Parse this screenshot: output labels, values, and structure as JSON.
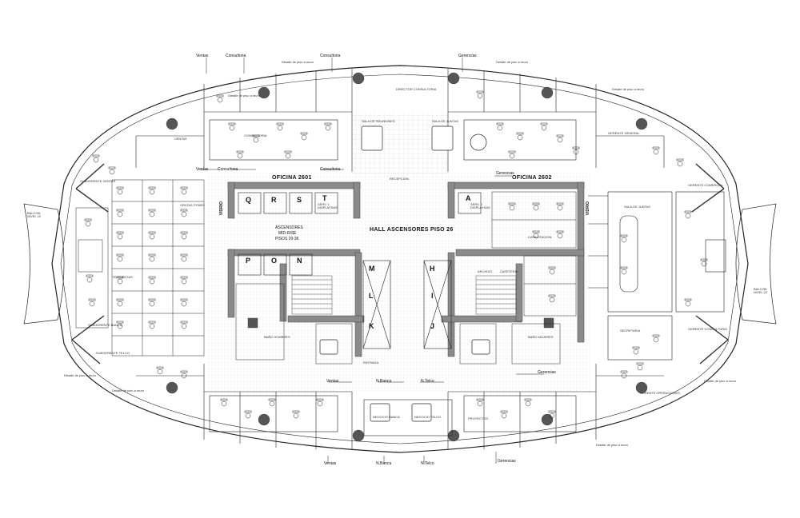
{
  "labels": {
    "oficina_2601": "OFICINA 2601",
    "oficina_2602": "OFICINA 2602",
    "hall": "HALL ASCENSORES PISO 26",
    "ascensores_line1": "ASCENSORES",
    "ascensores_line2": "MID-RISE",
    "ascensores_line3": "PISOS 20-36",
    "recepcion": "RECEPCION",
    "balcon_left": "BALCON NIVEL 22",
    "balcon_right": "BALCON NIVEL 22",
    "vidrio": "VIDRIO",
    "serv_1": "SERV. 1 DISPLAYSAS",
    "serv_2": "SERV. 2 DISPLAYSAS",
    "sala_top": "SALA DE JUNTAS",
    "capacitacion": "CAPACITACION",
    "entrada": "ENTRADA"
  },
  "department_tags": [
    {
      "text": "Ventas"
    },
    {
      "text": "Consultoria"
    },
    {
      "text": "Consultoria"
    },
    {
      "text": "Gerencias"
    },
    {
      "text": "Ventas"
    },
    {
      "text": "Consultoria"
    },
    {
      "text": "Consultoria"
    },
    {
      "text": "Gerencias"
    },
    {
      "text": "Gerencias"
    },
    {
      "text": "Ventas"
    },
    {
      "text": "N.Banca"
    },
    {
      "text": "N.Telco"
    },
    {
      "text": "Ventas"
    },
    {
      "text": "N.Banca"
    },
    {
      "text": "N.Telco"
    },
    {
      "text": "Gerencias"
    }
  ],
  "elevator_letters": [
    "Q",
    "R",
    "S",
    "T",
    "P",
    "O",
    "N",
    "A",
    "M",
    "L",
    "K",
    "H",
    "I",
    "J"
  ],
  "rooms": [
    {
      "text": "GERENTE COMERCIAL"
    },
    {
      "text": "GERENTE GENERAL"
    },
    {
      "text": "GERENTE OPERACIONES"
    },
    {
      "text": "GERENTE CONSULTORIA"
    },
    {
      "text": "SUBGERENTE VENTAS"
    },
    {
      "text": "SUBGERENTE TELCO"
    },
    {
      "text": "SUBGERENTE BANCA"
    },
    {
      "text": "DIRECTOR CONSULTORIA"
    },
    {
      "text": "CONSULTORIA"
    },
    {
      "text": "VENTAS"
    },
    {
      "text": "SALA DE REUNIONES"
    },
    {
      "text": "SALA DE JUNTAS"
    },
    {
      "text": "NEGOCIO BANCA"
    },
    {
      "text": "NEGOCIO TELCO"
    },
    {
      "text": "PROYECTOS"
    },
    {
      "text": "ARCHIVO"
    },
    {
      "text": "CAFETERIA"
    },
    {
      "text": "SECRETARIA"
    },
    {
      "text": "BAÑO HOMBRES"
    },
    {
      "text": "BAÑO MUJERES"
    },
    {
      "text": "TELEVENTAS"
    },
    {
      "text": "VENTAS PYMES"
    }
  ],
  "notes": [
    {
      "text": "Detalle de piso a muro"
    },
    {
      "text": "Detalle de piso a muro"
    },
    {
      "text": "Detalle de piso a muro"
    },
    {
      "text": "Detalle de piso a muro"
    },
    {
      "text": "Detalle de piso a muro"
    },
    {
      "text": "Detalle de piso a muro"
    },
    {
      "text": "Detalle de piso a muro"
    },
    {
      "text": "Detalle de piso a muro"
    }
  ],
  "colors": {
    "wall": "#4a4a4a",
    "line": "#222222",
    "core_wall": "#8a8a8a",
    "column": "#555555",
    "hatch": "#bfbfbf"
  }
}
